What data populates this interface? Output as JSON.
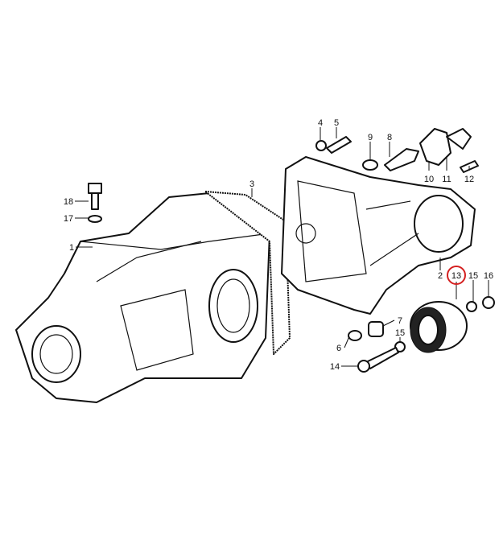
{
  "diagram": {
    "labels": {
      "p1": "1",
      "p2": "2",
      "p3": "3",
      "p4": "4",
      "p5": "5",
      "p6": "6",
      "p7": "7",
      "p8": "8",
      "p9": "9",
      "p10": "10",
      "p11": "11",
      "p12": "12",
      "p13": "13",
      "p14": "14",
      "p15a": "15",
      "p15b": "15",
      "p16": "16",
      "p17": "17",
      "p18": "18"
    },
    "highlight": {
      "part": "13",
      "color": "#d42020"
    }
  }
}
